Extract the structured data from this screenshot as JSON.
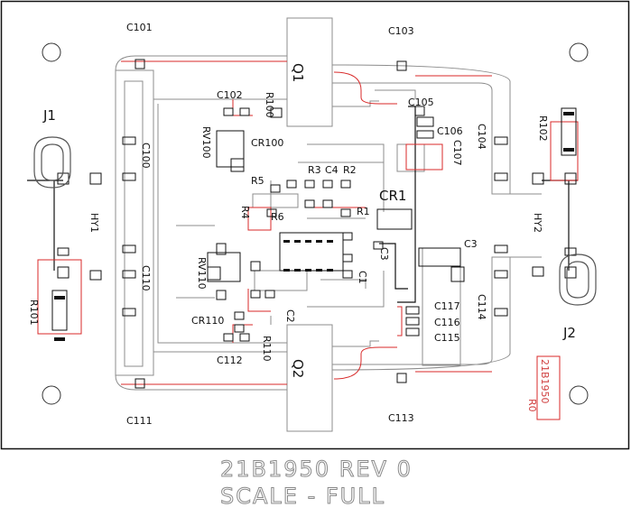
{
  "title_lines": [
    "21B1950 REV 0",
    "SCALE - FULL"
  ],
  "side_label": {
    "part": "21B1950",
    "rev": "R0"
  },
  "labels": {
    "C101": "C101",
    "C103": "C103",
    "J1": "J1",
    "Q1": "Q1",
    "R100": "R100",
    "C102": "C102",
    "RV100": "RV100",
    "CR100": "CR100",
    "C100": "C100",
    "C105": "C105",
    "C106": "C106",
    "C107": "C107",
    "C104": "C104",
    "R102": "R102",
    "HY1": "HY1",
    "R5": "R5",
    "R3": "R3",
    "C4": "C4",
    "R2": "R2",
    "R4": "R4",
    "R6": "R6",
    "CR1": "CR1",
    "R1": "R1",
    "C3top": "C3",
    "HY2": "HY2",
    "C110": "C110",
    "RV110": "RV110",
    "C3mid": "C3",
    "C1": "C1",
    "R101": "R101",
    "C2": "C2",
    "CR110": "CR110",
    "C117": "C117",
    "C116": "C116",
    "C115": "C115",
    "C114": "C114",
    "J2": "J2",
    "C112": "C112",
    "R110": "R110",
    "Q2": "Q2",
    "C111": "C111",
    "C113": "C113"
  },
  "colors": {
    "trace": "#8c8c8c",
    "pad": "#111111",
    "silk": "#d82a2a",
    "border": "#111111"
  },
  "icons": {
    "mount_hole": "circle",
    "connector": "sma-jack",
    "pot": "trimpot"
  }
}
